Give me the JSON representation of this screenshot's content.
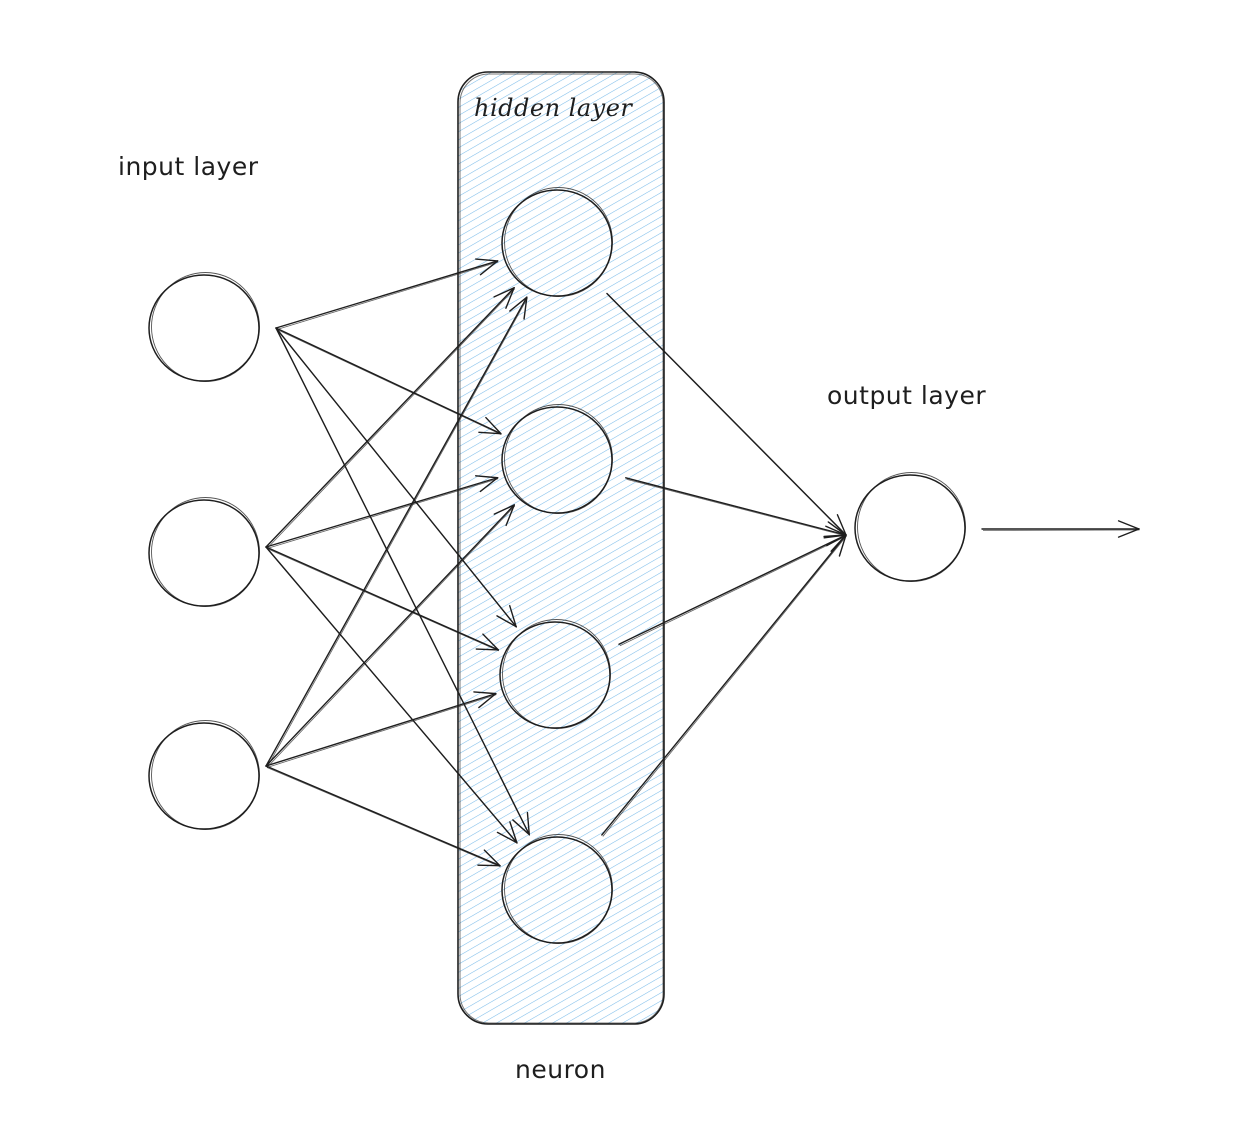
{
  "labels": {
    "input_layer": "input layer",
    "hidden_layer": "hidden layer",
    "output_layer": "output layer",
    "neuron": "neuron"
  },
  "layers": {
    "input": {
      "node_count": 3
    },
    "hidden": {
      "node_count": 4
    },
    "output": {
      "node_count": 1
    }
  },
  "connections": {
    "input_to_hidden": "fully-connected",
    "hidden_to_output": "fully-connected",
    "output_arrow": true
  },
  "colors": {
    "stroke": "#1e1e1e",
    "hidden_fill": "#a5d8ff",
    "hidden_hatch": "#7cbcea",
    "background": "#ffffff"
  }
}
